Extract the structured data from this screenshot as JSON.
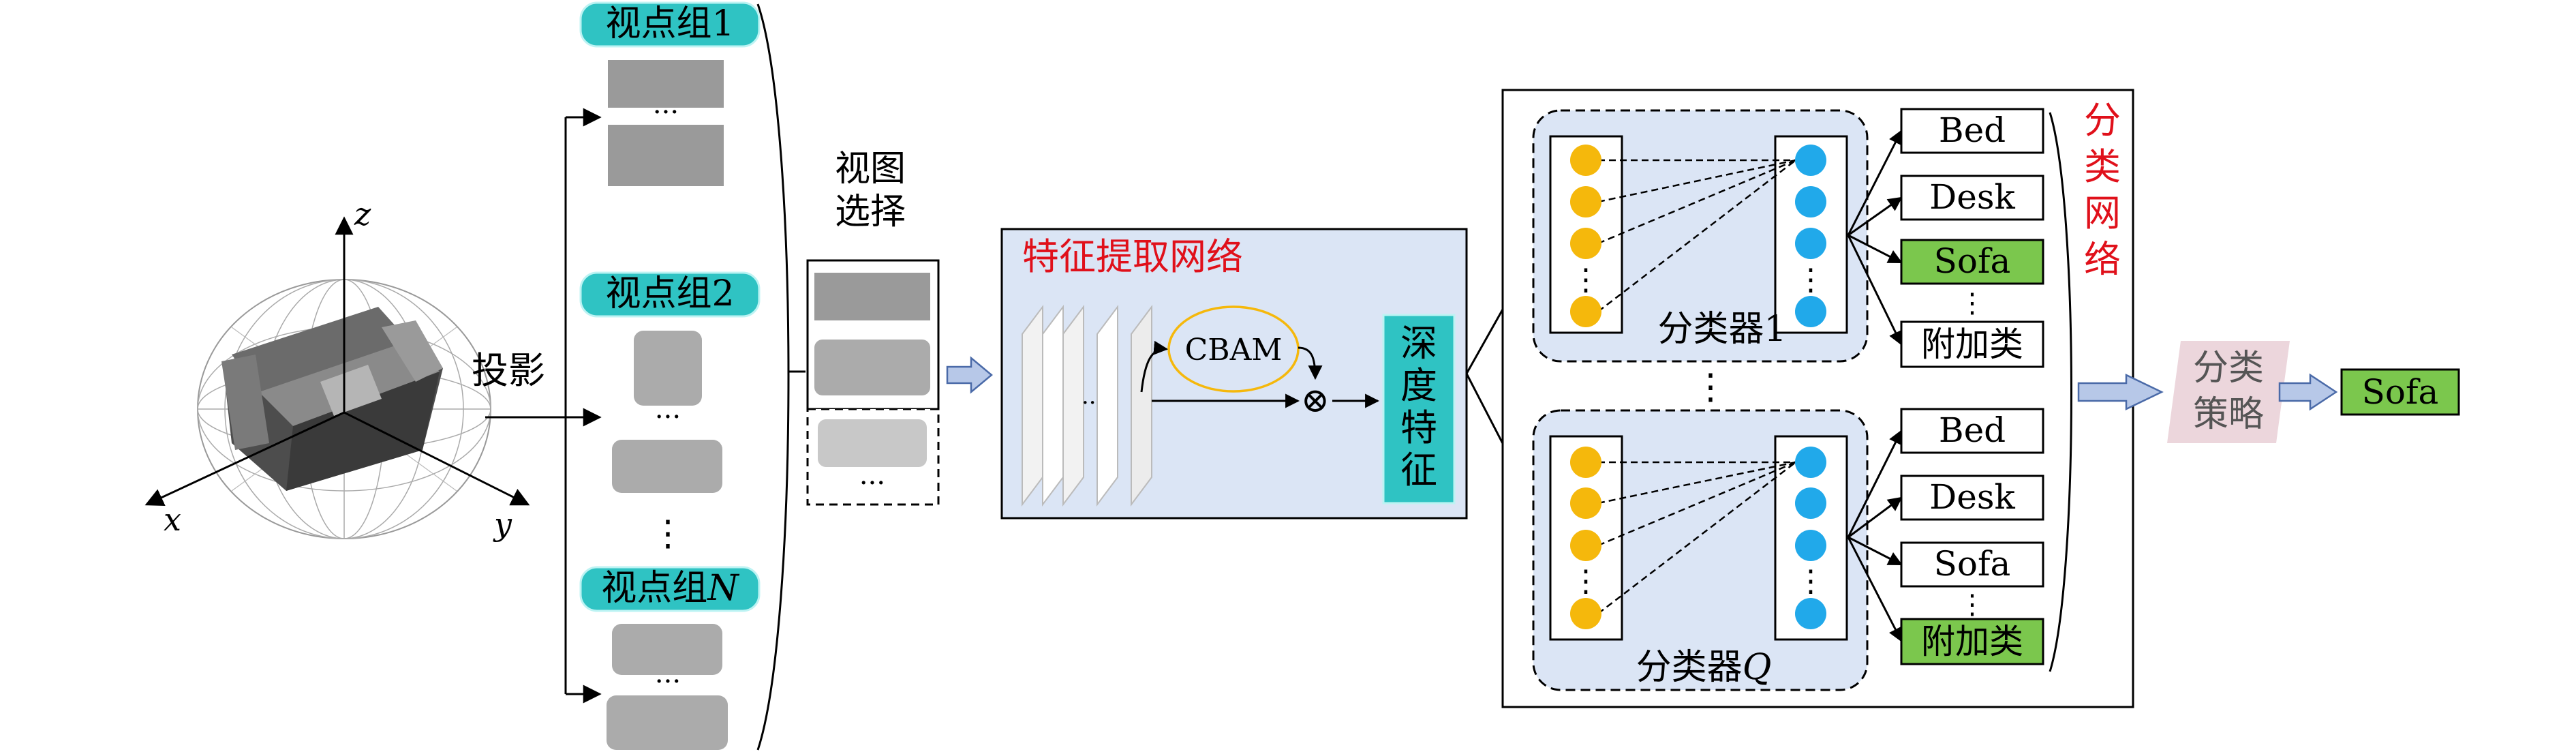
{
  "colors": {
    "teal": "#2fc3c3",
    "green": "#7bc74d",
    "blue_panel": "#dbe5f5",
    "pink": "#ecd6dc",
    "red": "#e0101a",
    "yellow": "#f5b80c",
    "cyan": "#21a9ea",
    "gray": "#a8a8a8"
  },
  "axes": {
    "z": "z",
    "x": "x",
    "y": "y"
  },
  "projection_label": "投影",
  "view_groups": [
    {
      "label": "视点组1"
    },
    {
      "label": "视点组2"
    },
    {
      "label_text": "视点组",
      "label_italic": "N"
    }
  ],
  "ellipsis_h": "···",
  "ellipsis_v": "⋮",
  "view_selection": {
    "line1": "视图",
    "line2": "选择"
  },
  "feature_net": {
    "title": "特征提取网络",
    "cbam": "CBAM",
    "otimes": "⊗",
    "deep_feature": [
      "深",
      "度",
      "特",
      "征"
    ]
  },
  "classification_net": {
    "title": [
      "分",
      "类",
      "网",
      "络"
    ],
    "classifier1": "分类器1",
    "classifierQ_text": "分类器",
    "classifierQ_italic": "Q",
    "labels1": [
      "Bed",
      "Desk",
      "Sofa",
      "附加类"
    ],
    "labelsQ": [
      "Bed",
      "Desk",
      "Sofa",
      "附加类"
    ]
  },
  "strategy": {
    "line1": "分类",
    "line2": "策略"
  },
  "result": "Sofa"
}
